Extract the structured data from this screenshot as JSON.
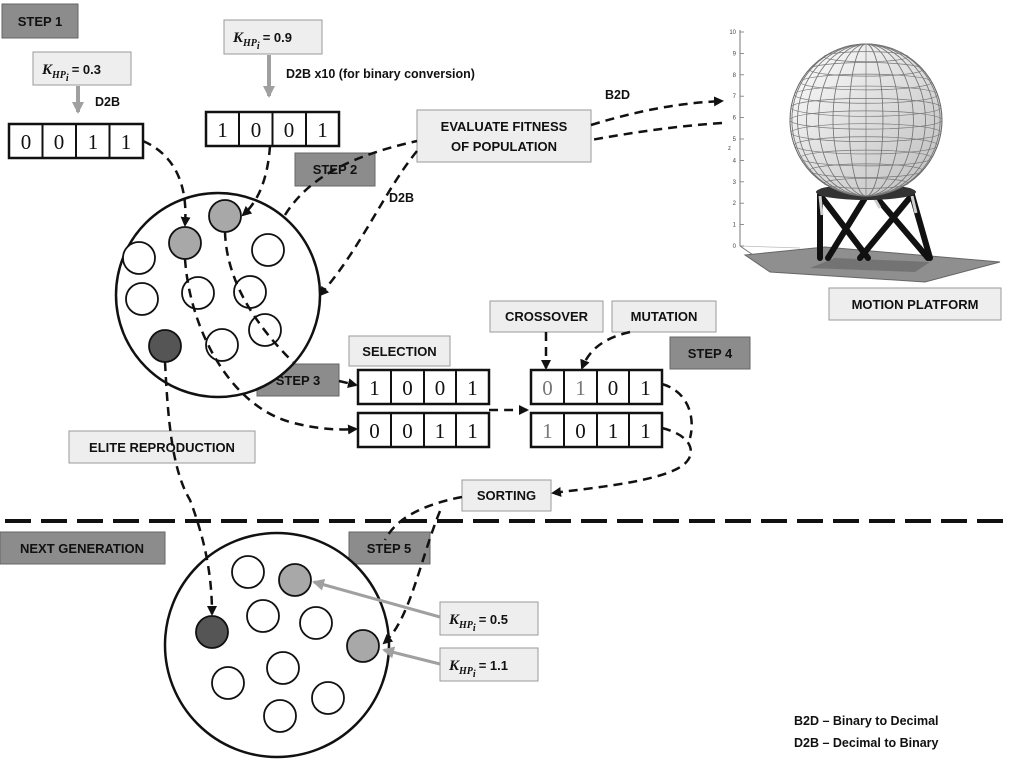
{
  "steps": {
    "step1": "STEP 1",
    "step2": "STEP 2",
    "step3": "STEP 3",
    "step4": "STEP 4",
    "step5": "STEP 5"
  },
  "k_symbol": "K",
  "k_subscript": "HP",
  "k_subsub": "i",
  "k_values": {
    "k1": "= 0.3",
    "k2": "= 0.9",
    "k3": "= 0.5",
    "k4": "= 1.1"
  },
  "arrow_labels": {
    "d2b_left": "D2B",
    "d2b_x10": "D2B x10 (for binary conversion)",
    "b2d": "B2D",
    "d2b_mid": "D2B"
  },
  "binary": {
    "chrom_a": [
      "0",
      "0",
      "1",
      "1"
    ],
    "chrom_b": [
      "1",
      "0",
      "0",
      "1"
    ],
    "selection_1": [
      "1",
      "0",
      "0",
      "1"
    ],
    "selection_2": [
      "0",
      "0",
      "1",
      "1"
    ],
    "offspring_1": [
      "0",
      "1",
      "0",
      "1"
    ],
    "offspring_2": [
      "1",
      "0",
      "1",
      "1"
    ]
  },
  "boxes": {
    "evaluate_line1": "EVALUATE FITNESS",
    "evaluate_line2": "OF POPULATION",
    "motion_platform": "MOTION PLATFORM",
    "selection": "SELECTION",
    "crossover": "CROSSOVER",
    "mutation": "MUTATION",
    "elite_reproduction": "ELITE REPRODUCTION",
    "sorting": "SORTING",
    "next_generation": "NEXT GENERATION"
  },
  "plot_axis": {
    "z_ticks": [
      "10",
      "9",
      "8",
      "7",
      "6",
      "5",
      "4",
      "3",
      "2",
      "1",
      "0"
    ],
    "z_label": "z"
  },
  "legend": {
    "line1": "B2D – Binary to Decimal",
    "line2": "D2B – Decimal to Binary"
  },
  "colors": {
    "dark_fill": "#555555",
    "mid_fill": "#a8a8a8",
    "light_fill": "#eeeeee",
    "step_fill": "#8c8c8c",
    "gray_arrow": "#a0a0a0"
  }
}
